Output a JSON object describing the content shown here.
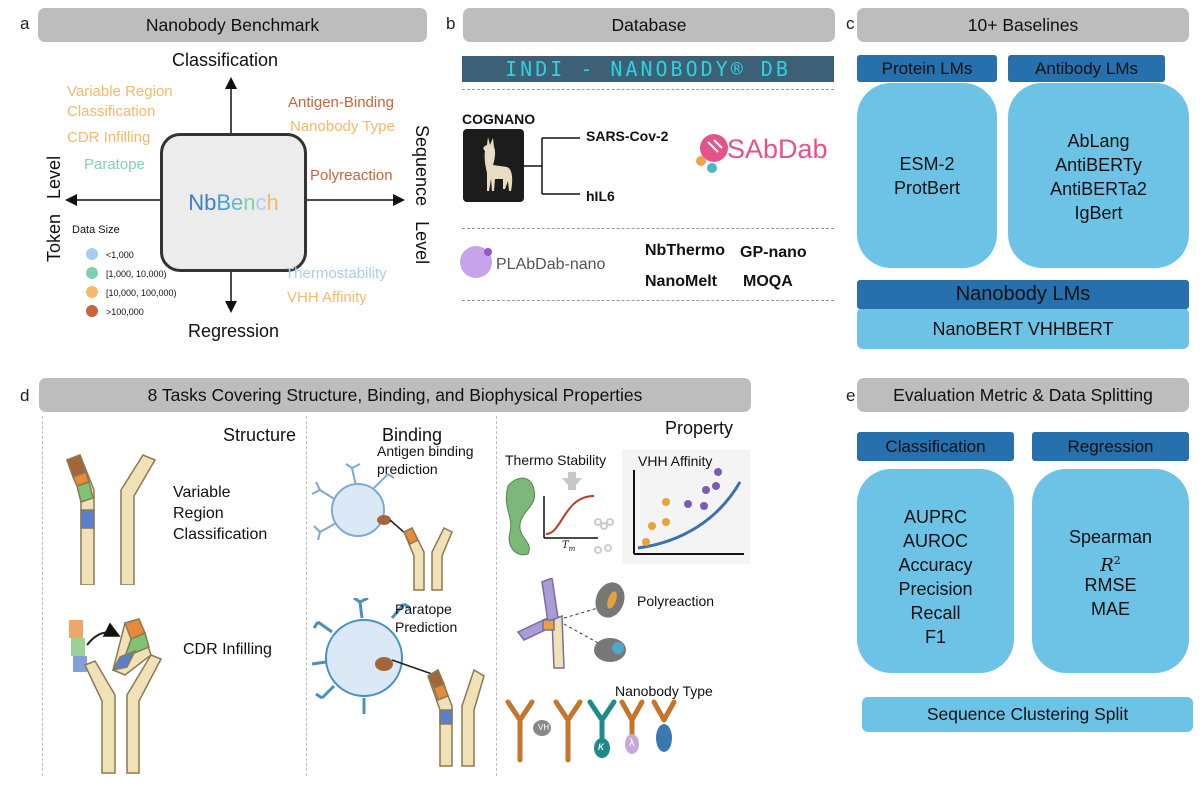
{
  "panel_a": {
    "letter": "a",
    "header": "Nanobody Benchmark",
    "axis_top": "Classification",
    "axis_bottom": "Regression",
    "axis_left": "Token   Level",
    "axis_right": "Sequence   Level",
    "center_label": "NbBench",
    "tasks": [
      {
        "text": "Variable Region\nClassification",
        "color": "#f5b96a"
      },
      {
        "text": "CDR Infilling",
        "color": "#f5b96a"
      },
      {
        "text": "Paratope",
        "color": "#7fd1b0"
      },
      {
        "text": "Antigen-Binding",
        "color": "#c8653a"
      },
      {
        "text": "Nanobody Type",
        "color": "#f5b96a"
      },
      {
        "text": "Polyreaction",
        "color": "#c8653a"
      },
      {
        "text": "Thermostability",
        "color": "#a9cdf0"
      },
      {
        "text": "VHH Affinity",
        "color": "#f5b96a"
      }
    ],
    "legend_title": "Data Size",
    "legend": [
      {
        "label": "<1,000",
        "color": "#a9cdf0"
      },
      {
        "label": "[1,000, 10,000)",
        "color": "#7fd1b0"
      },
      {
        "label": "[10,000, 100,000)",
        "color": "#f5b96a"
      },
      {
        "label": ">100,000",
        "color": "#c8653a"
      }
    ]
  },
  "panel_b": {
    "letter": "b",
    "header": "Database",
    "indi_logo": "INDI - NANOBODY® DB",
    "cognano": "COGNANO",
    "sars": "SARS-Cov-2",
    "hil6": "hIL6",
    "sabdab": "SAbDab",
    "plabdab": "PLAbDab-nano",
    "others": [
      "NbThermo",
      "GP-nano",
      "NanoMelt",
      "MOQA"
    ]
  },
  "panel_c": {
    "letter": "c",
    "header": "10+ Baselines",
    "protein_tab": "Protein LMs",
    "protein_models": [
      "ESM-2",
      "ProtBert"
    ],
    "antibody_tab": "Antibody LMs",
    "antibody_models": [
      "AbLang",
      "AntiBERTy",
      "AntiBERTa2",
      "IgBert"
    ],
    "nanobody_tab": "Nanobody LMs",
    "nanobody_models": "NanoBERT VHHBERT"
  },
  "panel_d": {
    "letter": "d",
    "header": "8 Tasks Covering Structure, Binding, and Biophysical Properties",
    "col_structure": "Structure",
    "col_binding": "Binding",
    "col_property": "Property",
    "variable_region": "Variable\nRegion\nClassification",
    "cdr_infilling": "CDR Infilling",
    "antigen_binding": "Antigen binding\nprediction",
    "paratope": "Paratope\nPrediction",
    "thermo": "Thermo Stability",
    "tm": "T",
    "tm_sub": "m",
    "vhh_affinity": "VHH Affinity",
    "polyreaction": "Polyreaction",
    "nanobody_type": "Nanobody Type",
    "vh_label": "VH",
    "kappa": "κ",
    "lambda": "λ"
  },
  "panel_e": {
    "letter": "e",
    "header": "Evaluation Metric & Data Splitting",
    "class_tab": "Classification",
    "class_metrics": [
      "AUPRC",
      "AUROC",
      "Accuracy",
      "Precision",
      "Recall",
      "F1"
    ],
    "reg_tab": "Regression",
    "reg_metrics": [
      "Spearman",
      "R",
      "RMSE",
      "MAE"
    ],
    "r2_sup": "2",
    "split": "Sequence Clustering Split"
  }
}
